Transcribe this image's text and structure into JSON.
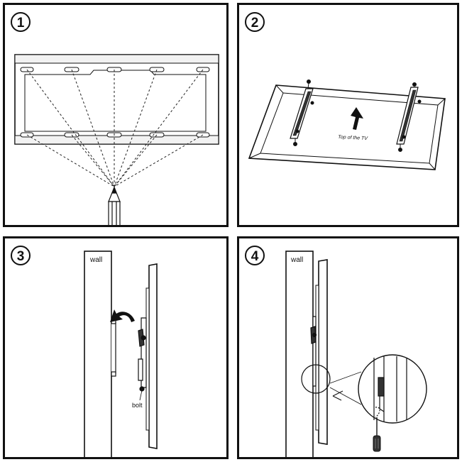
{
  "steps": [
    {
      "number": "1"
    },
    {
      "number": "2",
      "label": "Top of the TV"
    },
    {
      "number": "3",
      "wall_label": "wall",
      "bolt_label": "bolt"
    },
    {
      "number": "4",
      "wall_label": "wall"
    }
  ]
}
